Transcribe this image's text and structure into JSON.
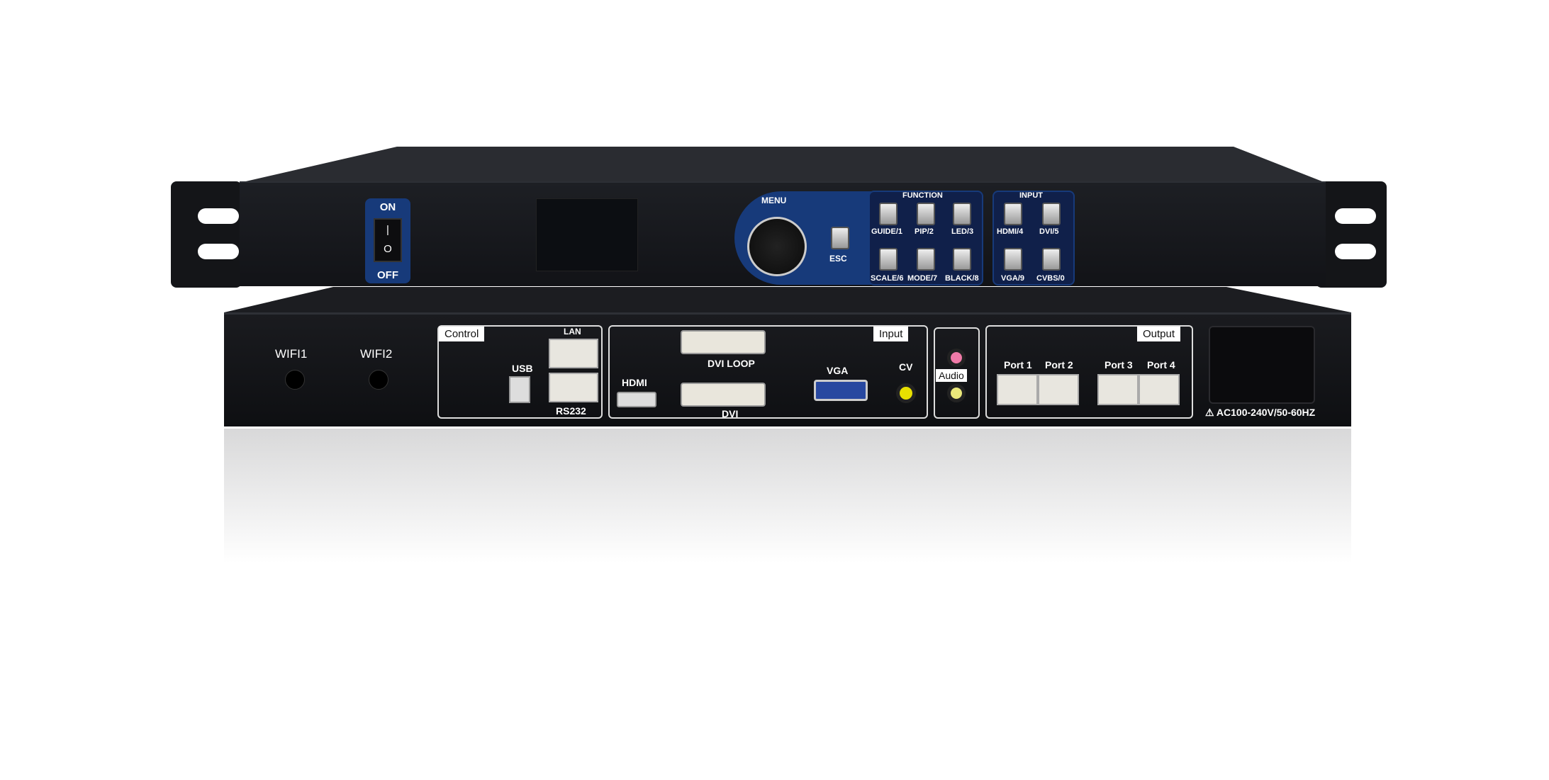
{
  "front": {
    "power": {
      "on": "ON",
      "off": "OFF",
      "on_symbol": "|",
      "off_symbol": "O"
    },
    "menu_label": "MENU",
    "esc_label": "ESC",
    "function_panel": {
      "title": "FUNCTION",
      "buttons": [
        "GUIDE/1",
        "PIP/2",
        "LED/3",
        "SCALE/6",
        "MODE/7",
        "BLACK/8"
      ]
    },
    "input_panel": {
      "title": "INPUT",
      "buttons": [
        "HDMI/4",
        "DVI/5",
        "VGA/9",
        "CVBS/0"
      ]
    }
  },
  "back": {
    "wifi": [
      "WIFI1",
      "WIFI2"
    ],
    "control": {
      "title": "Control",
      "usb": "USB",
      "lan": "LAN",
      "rs232": "RS232"
    },
    "input": {
      "title": "Input",
      "hdmi": "HDMI",
      "dvi_loop": "DVI LOOP",
      "dvi": "DVI",
      "vga": "VGA",
      "cv": "CV"
    },
    "audio": "Audio",
    "output": {
      "title": "Output",
      "ports": [
        "Port 1",
        "Port 2",
        "Port 3",
        "Port 4"
      ]
    },
    "power_rating": "AC100-240V/50-60HZ"
  },
  "colors": {
    "accent_blue": "#173a7a",
    "chassis": "#141518"
  }
}
